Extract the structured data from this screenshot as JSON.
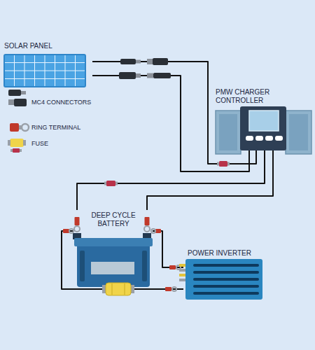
{
  "diagram": {
    "nodes": [
      {
        "text": [
          "SOLAR PANEL"
        ]
      },
      {
        "text": [
          "PMW CHARGER CONTROLLER"
        ]
      },
      {
        "text": [
          "DEEP CYCLE BATTERY"
        ]
      },
      {
        "text": [
          "POWER INVERTER"
        ]
      }
    ],
    "edges": [
      {
        "from": 0,
        "to": 1,
        "arrow": "none"
      },
      {
        "from": 0,
        "to": 1,
        "arrow": "none"
      },
      {
        "from": 1,
        "to": 2,
        "arrow": "none"
      },
      {
        "from": 1,
        "to": 2,
        "arrow": "none"
      },
      {
        "from": 2,
        "to": 3,
        "arrow": "none"
      },
      {
        "from": 2,
        "to": 3,
        "arrow": "none"
      }
    ],
    "legend": [
      {
        "text": "MC4 CONNECTORS"
      },
      {
        "text": "RING TERMINAL"
      },
      {
        "text": "FUSE"
      }
    ]
  }
}
